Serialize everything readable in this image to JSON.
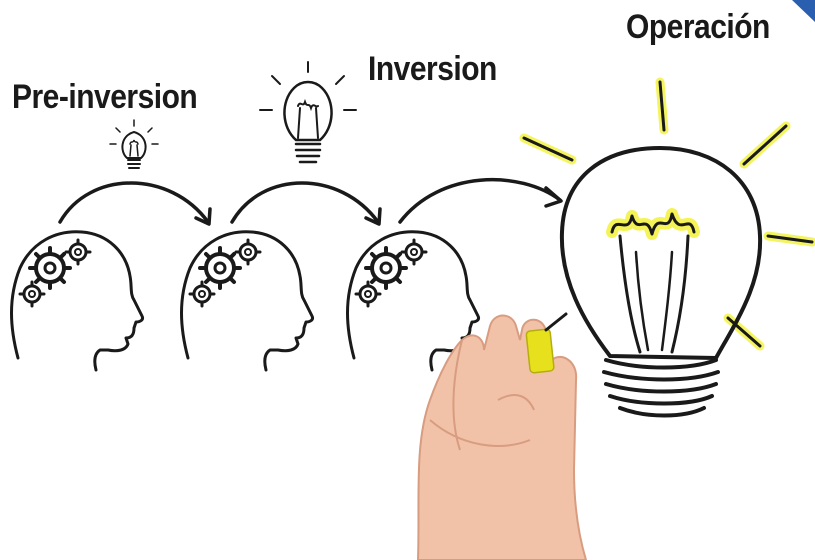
{
  "stages": [
    {
      "label": "Pre-inversion"
    },
    {
      "label": "Inversion"
    },
    {
      "label": "Operación"
    }
  ],
  "colors": {
    "ink": "#1a1a1a",
    "glow": "#f2f23a",
    "marker_cap": "#e6e11c",
    "skin": "#f2c2a8",
    "corner_accent": "#2a5fb0"
  },
  "icons": [
    "head-gears-icon",
    "light-bulb-icon",
    "arrow-icon",
    "hand-marker-icon"
  ]
}
